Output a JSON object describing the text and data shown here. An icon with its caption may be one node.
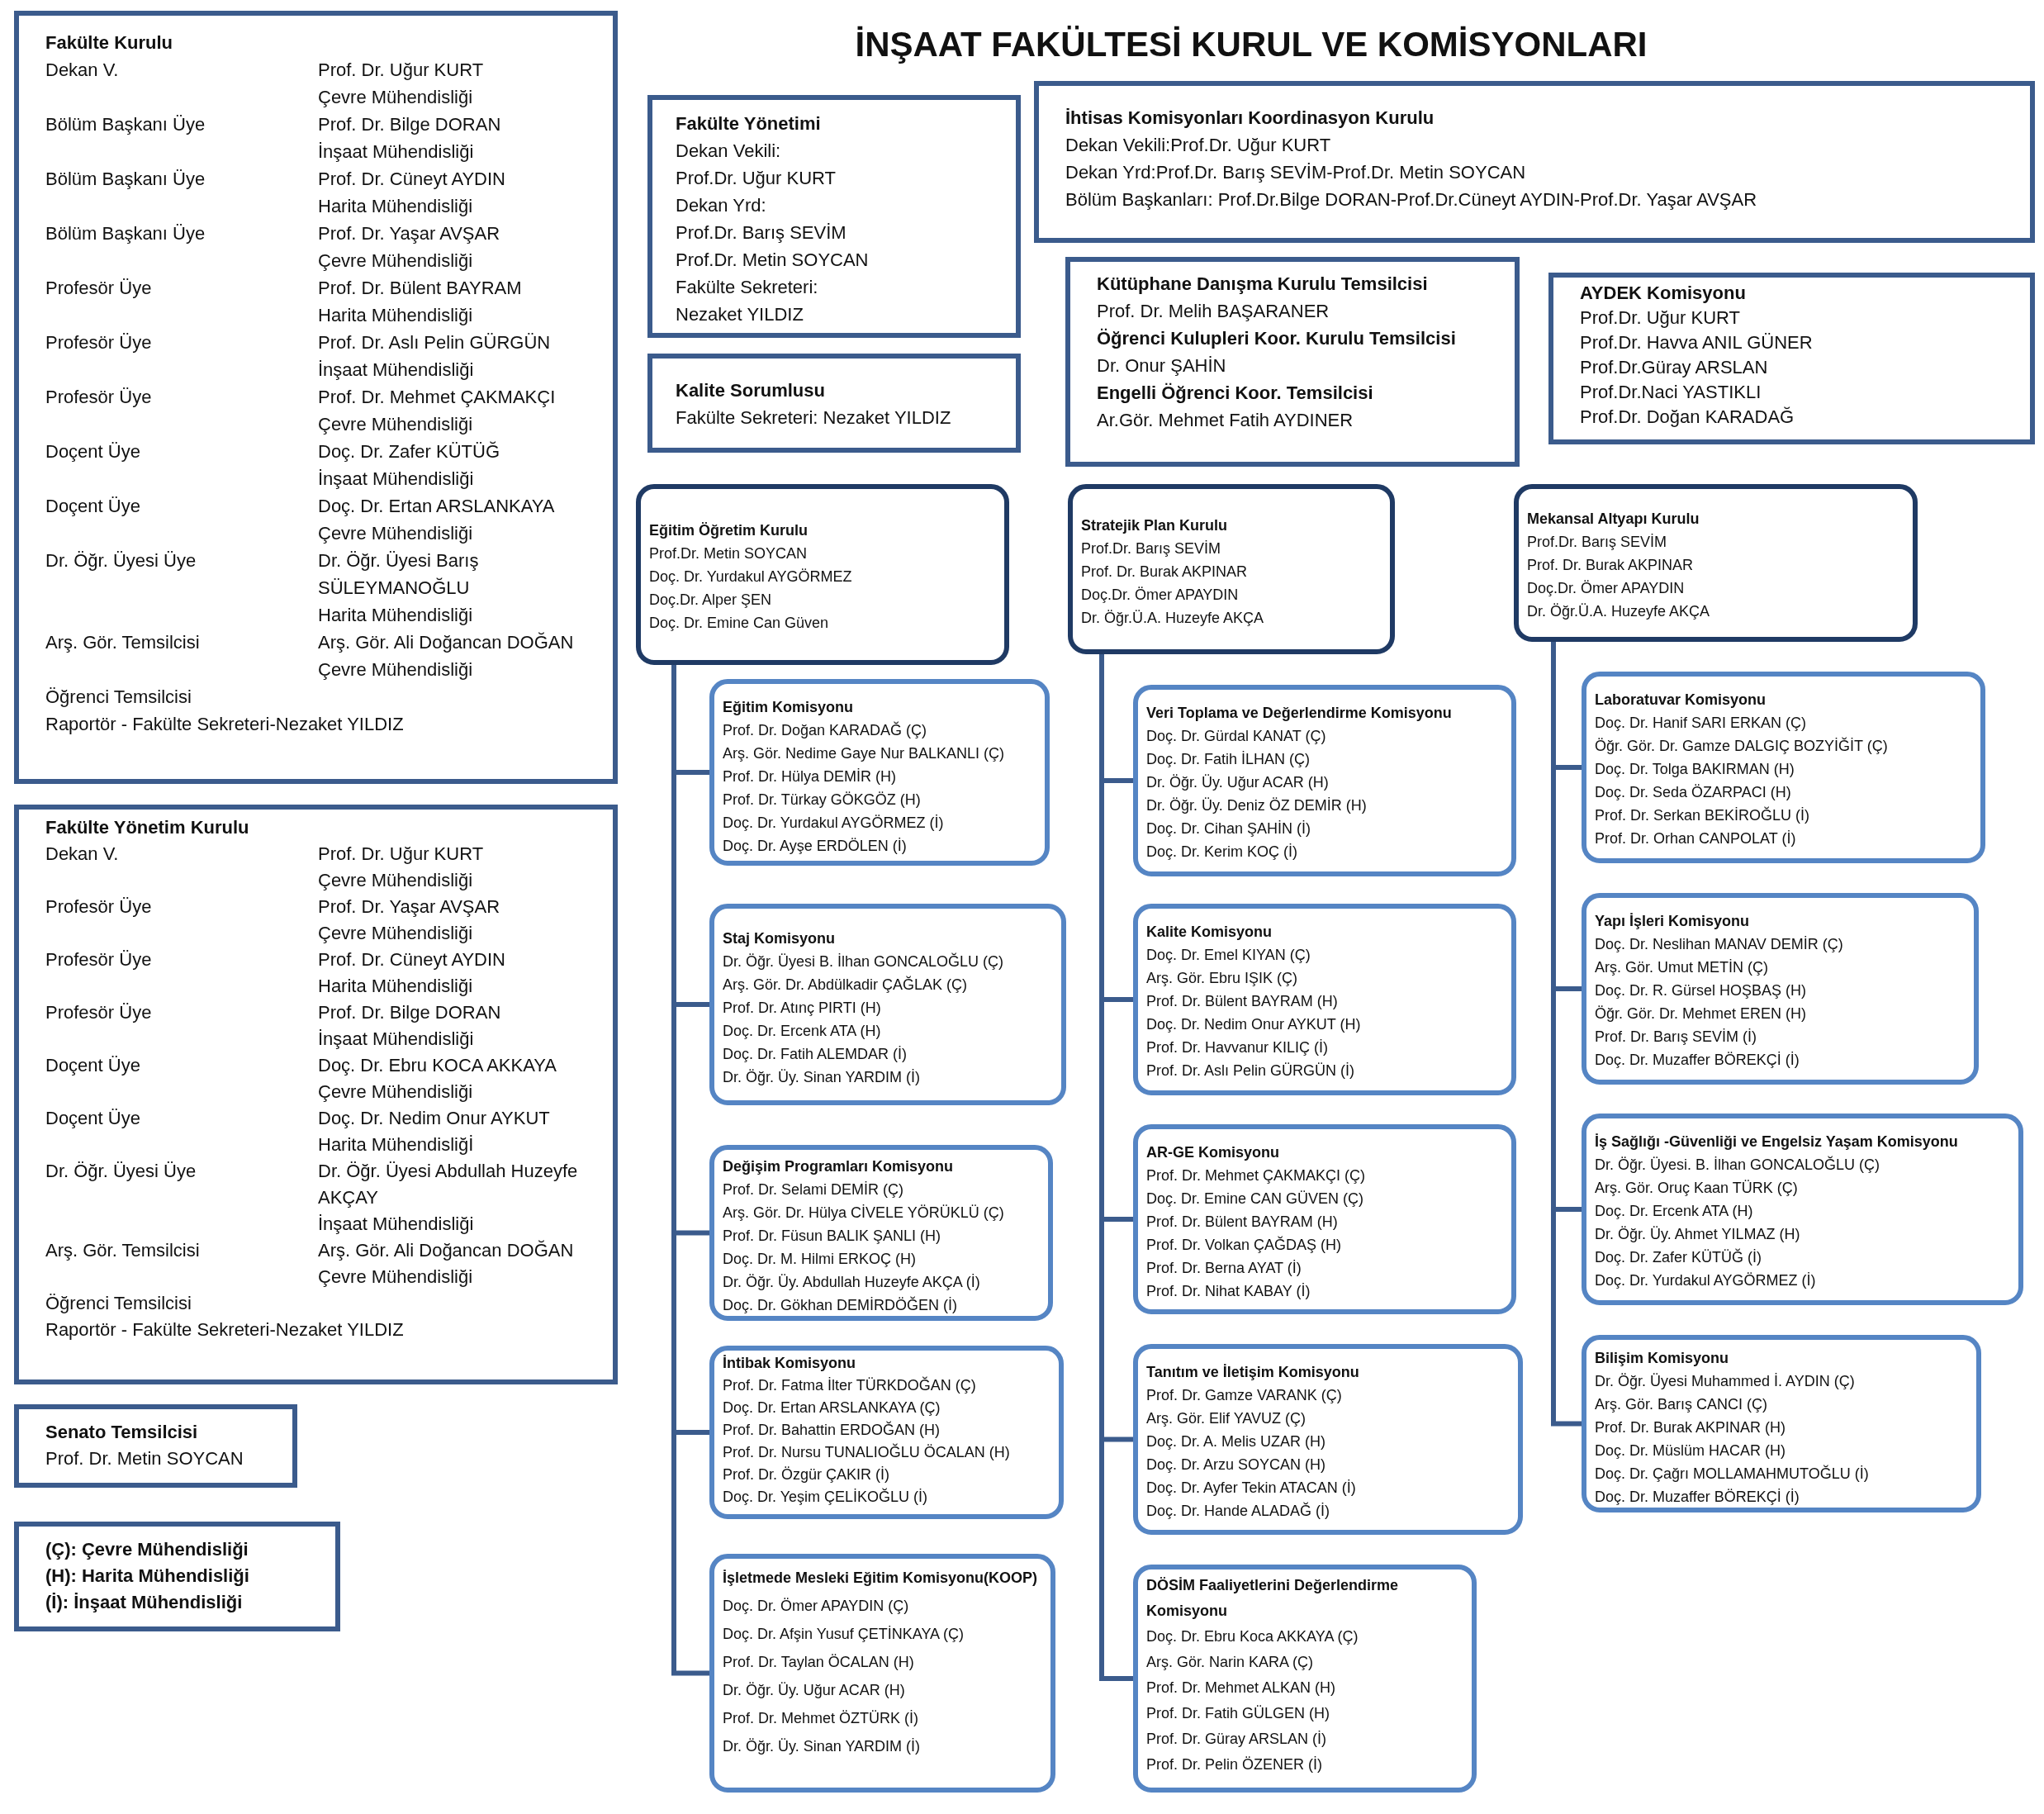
{
  "diagram": {
    "title": "İNŞAAT FAKÜLTESİ KURUL VE KOMİSYONLARI",
    "nodes": [
      {
        "text": [
          "Fakülte Kurulu",
          "Dekan V.",
          "Prof. Dr. Uğur KURT",
          "Çevre Mühendisliği",
          "Bölüm Başkanı Üye",
          "Prof. Dr. Bilge DORAN",
          "İnşaat Mühendisliği",
          "Bölüm Başkanı Üye",
          "Prof. Dr. Cüneyt AYDIN",
          "Harita Mühendisliği",
          "Bölüm Başkanı Üye",
          "Prof. Dr. Yaşar AVŞAR",
          "Çevre Mühendisliği",
          "Profesör Üye",
          "Prof. Dr. Bülent BAYRAM",
          "Harita Mühendisliği",
          "Profesör Üye",
          "Prof. Dr. Aslı Pelin GÜRGÜN",
          "İnşaat Mühendisliği",
          "Profesör Üye",
          "Prof. Dr. Mehmet ÇAKMAKÇI",
          "Çevre Mühendisliği",
          "Doçent Üye",
          "Doç. Dr. Zafer KÜTÜĞ",
          "İnşaat Mühendisliği",
          "Doçent Üye",
          "Doç. Dr. Ertan ARSLANKAYA",
          "Çevre Mühendisliği",
          "Dr. Öğr. Üyesi Üye",
          "Dr. Öğr. Üyesi Barış SÜLEYMANOĞLU",
          "Harita Mühendisliği",
          "Arş. Gör. Temsilcisi",
          "Arş. Gör. Ali Doğancan DOĞAN",
          "Çevre Mühendisliği",
          "Öğrenci Temsilcisi",
          "Raportör - Fakülte Sekreteri-Nezaket YILDIZ"
        ]
      },
      {
        "text": [
          "Fakülte Yönetim Kurulu",
          "Dekan V.",
          "Prof. Dr. Uğur KURT",
          "Çevre Mühendisliği",
          "Profesör Üye",
          "Prof. Dr. Yaşar AVŞAR",
          "Çevre Mühendisliği",
          "Profesör Üye",
          "Prof. Dr. Cüneyt AYDIN",
          "Harita Mühendisliği",
          "Profesör Üye",
          "Prof. Dr. Bilge DORAN",
          "İnşaat Mühendisliği",
          "Doçent Üye",
          "Doç. Dr. Ebru KOCA AKKAYA",
          "Çevre Mühendisliği",
          "Doçent Üye",
          "Doç. Dr. Nedim Onur AYKUT",
          "Harita Mühendisliğİ",
          "Dr. Öğr. Üyesi Üye",
          "Dr. Öğr. Üyesi Abdullah Huzeyfe AKÇAY",
          "İnşaat Mühendisliği",
          "Arş. Gör. Temsilcisi",
          "Arş. Gör. Ali Doğancan DOĞAN",
          "Çevre Mühendisliği",
          "Öğrenci Temsilcisi",
          "Raportör - Fakülte Sekreteri-Nezaket YILDIZ"
        ]
      },
      {
        "text": [
          "Senato Temsilcisi",
          "Prof. Dr. Metin SOYCAN"
        ]
      },
      {
        "text": [
          "(Ç): Çevre Mühendisliği",
          "(H): Harita Mühendisliği",
          "(İ): İnşaat Mühendisliği"
        ]
      },
      {
        "text": [
          "Fakülte Yönetimi",
          "Dekan Vekili:",
          "Prof.Dr. Uğur KURT",
          "Dekan Yrd:",
          "Prof.Dr. Barış SEVİM",
          "Prof.Dr. Metin SOYCAN",
          "Fakülte Sekreteri:",
          "Nezaket YILDIZ"
        ]
      },
      {
        "text": [
          "Kalite Sorumlusu",
          "Fakülte Sekreteri: Nezaket YILDIZ"
        ]
      },
      {
        "text": [
          "İhtisas Komisyonları Koordinasyon Kurulu",
          "Dekan Vekili:Prof.Dr. Uğur KURT",
          "Dekan Yrd:Prof.Dr. Barış SEVİM-Prof.Dr. Metin SOYCAN",
          "Bölüm Başkanları: Prof.Dr.Bilge DORAN-Prof.Dr.Cüneyt AYDIN-Prof.Dr. Yaşar AVŞAR"
        ]
      },
      {
        "text": [
          "Kütüphane Danışma Kurulu Temsilcisi",
          "Prof. Dr. Melih BAŞARANER",
          "Öğrenci Kulupleri Koor. Kurulu Temsilcisi",
          "Dr. Onur ŞAHİN",
          "Engelli Öğrenci Koor. Temsilcisi",
          "Ar.Gör. Mehmet Fatih AYDINER"
        ]
      },
      {
        "text": [
          "AYDEK Komisyonu",
          "Prof.Dr. Uğur KURT",
          "Prof.Dr. Havva ANIL GÜNER",
          "Prof.Dr.Güray ARSLAN",
          "Prof.Dr.Naci YASTIKLI",
          "Prof.Dr. Doğan KARADAĞ"
        ]
      },
      {
        "text": [
          "Eğitim Öğretim Kurulu",
          "Prof.Dr. Metin SOYCAN",
          "Doç. Dr. Yurdakul AYGÖRMEZ",
          "Doç.Dr. Alper ŞEN",
          "Doç. Dr. Emine Can Güven"
        ]
      },
      {
        "text": [
          "Eğitim Komisyonu",
          "Prof. Dr. Doğan KARADAĞ (Ç)",
          "Arş. Gör. Nedime Gaye Nur BALKANLI (Ç)",
          "Prof. Dr. Hülya DEMİR (H)",
          "Prof. Dr. Türkay GÖKGÖZ (H)",
          "Doç. Dr. Yurdakul AYGÖRMEZ (İ)",
          "Doç. Dr. Ayşe ERDÖLEN (İ)"
        ]
      },
      {
        "text": [
          "Staj Komisyonu",
          "Dr. Öğr. Üyesi B. İlhan GONCALOĞLU (Ç)",
          "Arş. Gör. Dr. Abdülkadir ÇAĞLAK (Ç)",
          "Prof. Dr. Atınç PIRTI (H)",
          "Doç. Dr. Ercenk ATA (H)",
          "Doç. Dr. Fatih ALEMDAR (İ)",
          "Dr. Öğr. Üy. Sinan YARDIM (İ)"
        ]
      },
      {
        "text": [
          "Değişim Programları Komisyonu",
          "Prof. Dr. Selami DEMİR (Ç)",
          "Arş. Gör. Dr. Hülya CİVELE YÖRÜKLÜ (Ç)",
          "Prof. Dr. Füsun BALIK ŞANLI (H)",
          "Doç. Dr. M. Hilmi ERKOÇ (H)",
          "Dr. Öğr. Üy. Abdullah Huzeyfe AKÇA (İ)",
          "Doç. Dr. Gökhan DEMİRDÖĞEN (İ)"
        ]
      },
      {
        "text": [
          "İntibak Komisyonu",
          "Prof. Dr. Fatma İlter TÜRKDOĞAN (Ç)",
          "Doç. Dr. Ertan ARSLANKAYA (Ç)",
          "Prof. Dr. Bahattin ERDOĞAN (H)",
          "Prof. Dr. Nursu TUNALIOĞLU ÖCALAN (H)",
          "Prof. Dr. Özgür ÇAKIR (İ)",
          "Doç. Dr. Yeşim ÇELİKOĞLU (İ)"
        ]
      },
      {
        "text": [
          "İşletmede Mesleki Eğitim Komisyonu(KOOP)",
          "Doç. Dr. Ömer APAYDIN (Ç)",
          "Doç. Dr. Afşin Yusuf ÇETİNKAYA (Ç)",
          "Prof. Dr. Taylan ÖCALAN (H)",
          "Dr. Öğr. Üy. Uğur ACAR (H)",
          "Prof. Dr. Mehmet ÖZTÜRK (İ)",
          "Dr. Öğr. Üy. Sinan YARDIM (İ)"
        ]
      },
      {
        "text": [
          "Stratejik Plan Kurulu",
          "Prof.Dr. Barış SEVİM",
          "Prof. Dr. Burak AKPINAR",
          "Doç.Dr. Ömer APAYDIN",
          "Dr. Öğr.Ü.A. Huzeyfe AKÇA"
        ]
      },
      {
        "text": [
          "Veri Toplama ve Değerlendirme Komisyonu",
          "Doç. Dr. Gürdal KANAT (Ç)",
          "Doç. Dr. Fatih İLHAN (Ç)",
          "Dr. Öğr. Üy. Uğur ACAR (H)",
          "Dr. Öğr. Üy. Deniz ÖZ DEMİR (H)",
          "Doç. Dr. Cihan ŞAHİN (İ)",
          "Doç. Dr. Kerim KOÇ (İ)"
        ]
      },
      {
        "text": [
          "Kalite Komisyonu",
          "Doç. Dr. Emel KIYAN (Ç)",
          "Arş. Gör. Ebru IŞIK (Ç)",
          "Prof. Dr. Bülent BAYRAM (H)",
          "Doç. Dr. Nedim Onur AYKUT (H)",
          "Prof. Dr. Havvanur KILIÇ (İ)",
          "Prof. Dr. Aslı Pelin GÜRGÜN (İ)"
        ]
      },
      {
        "text": [
          "AR-GE Komisyonu",
          "Prof. Dr. Mehmet ÇAKMAKÇI (Ç)",
          "Doç. Dr. Emine CAN GÜVEN (Ç)",
          "Prof. Dr. Bülent BAYRAM (H)",
          "Prof. Dr. Volkan ÇAĞDAŞ (H)",
          "Prof. Dr. Berna AYAT (İ)",
          "Prof. Dr. Nihat KABAY (İ)"
        ]
      },
      {
        "text": [
          "Tanıtım ve İletişim Komisyonu",
          "Prof. Dr. Gamze VARANK (Ç)",
          "Arş. Gör. Elif YAVUZ (Ç)",
          "Doç. Dr. A. Melis UZAR (H)",
          "Doç. Dr. Arzu SOYCAN (H)",
          "Doç. Dr. Ayfer Tekin ATACAN (İ)",
          "Doç. Dr. Hande ALADAĞ (İ)"
        ]
      },
      {
        "text": [
          "DÖSİM Faaliyetlerini Değerlendirme Komisyonu",
          "Doç. Dr. Ebru Koca AKKAYA (Ç)",
          "Arş. Gör. Narin KARA (Ç)",
          "Prof. Dr. Mehmet ALKAN (H)",
          "Prof. Dr. Fatih GÜLGEN (H)",
          "Prof. Dr. Güray ARSLAN (İ)",
          "Prof. Dr. Pelin ÖZENER (İ)"
        ]
      },
      {
        "text": [
          "Mekansal Altyapı Kurulu",
          "Prof.Dr. Barış SEVİM",
          "Prof. Dr. Burak AKPINAR",
          "Doç.Dr. Ömer APAYDIN",
          "Dr. Öğr.Ü.A. Huzeyfe AKÇA"
        ]
      },
      {
        "text": [
          "Laboratuvar Komisyonu",
          "Doç. Dr. Hanif SARI ERKAN (Ç)",
          "Öğr. Gör. Dr. Gamze DALGIÇ BOZYİĞİT (Ç)",
          "Doç. Dr. Tolga BAKIRMAN (H)",
          "Doç. Dr. Seda ÖZARPACI (H)",
          "Prof. Dr. Serkan BEKİROĞLU (İ)",
          "Prof. Dr. Orhan CANPOLAT (İ)"
        ]
      },
      {
        "text": [
          "Yapı İşleri Komisyonu",
          "Doç. Dr. Neslihan MANAV DEMİR (Ç)",
          "Arş. Gör. Umut METİN (Ç)",
          "Doç. Dr. R. Gürsel HOŞBAŞ (H)",
          "Öğr. Gör. Dr. Mehmet EREN (H)",
          "Prof. Dr. Barış SEVİM (İ)",
          "Doç. Dr. Muzaffer BÖREKÇİ (İ)"
        ]
      },
      {
        "text": [
          "İş Sağlığı -Güvenliği ve Engelsiz Yaşam Komisyonu",
          "Dr. Öğr. Üyesi. B. İlhan GONCALOĞLU (Ç)",
          "Arş. Gör. Oruç Kaan TÜRK (Ç)",
          "Doç. Dr. Ercenk ATA (H)",
          "Dr. Öğr. Üy. Ahmet YILMAZ (H)",
          "Doç. Dr. Zafer KÜTÜĞ (İ)",
          "Doç. Dr. Yurdakul AYGÖRMEZ (İ)"
        ]
      },
      {
        "text": [
          "Bilişim Komisyonu",
          "Dr. Öğr. Üyesi Muhammed İ. AYDIN (Ç)",
          "Arş. Gör. Barış CANCI (Ç)",
          "Prof. Dr. Burak AKPINAR (H)",
          "Doç. Dr. Müslüm HACAR (H)",
          "Doç. Dr. Çağrı MOLLAMAHMUTOĞLU (İ)",
          "Doç. Dr. Muzaffer BÖREKÇİ (İ)"
        ]
      }
    ],
    "edges": [
      {
        "from": 9,
        "to": 10,
        "arrow": "none"
      },
      {
        "from": 9,
        "to": 11,
        "arrow": "none"
      },
      {
        "from": 9,
        "to": 12,
        "arrow": "none"
      },
      {
        "from": 9,
        "to": 13,
        "arrow": "none"
      },
      {
        "from": 9,
        "to": 14,
        "arrow": "none"
      },
      {
        "from": 15,
        "to": 16,
        "arrow": "none"
      },
      {
        "from": 15,
        "to": 17,
        "arrow": "none"
      },
      {
        "from": 15,
        "to": 18,
        "arrow": "none"
      },
      {
        "from": 15,
        "to": 19,
        "arrow": "none"
      },
      {
        "from": 15,
        "to": 20,
        "arrow": "none"
      },
      {
        "from": 21,
        "to": 22,
        "arrow": "none"
      },
      {
        "from": 21,
        "to": 23,
        "arrow": "none"
      },
      {
        "from": 21,
        "to": 24,
        "arrow": "none"
      },
      {
        "from": 21,
        "to": 25,
        "arrow": "none"
      }
    ]
  }
}
